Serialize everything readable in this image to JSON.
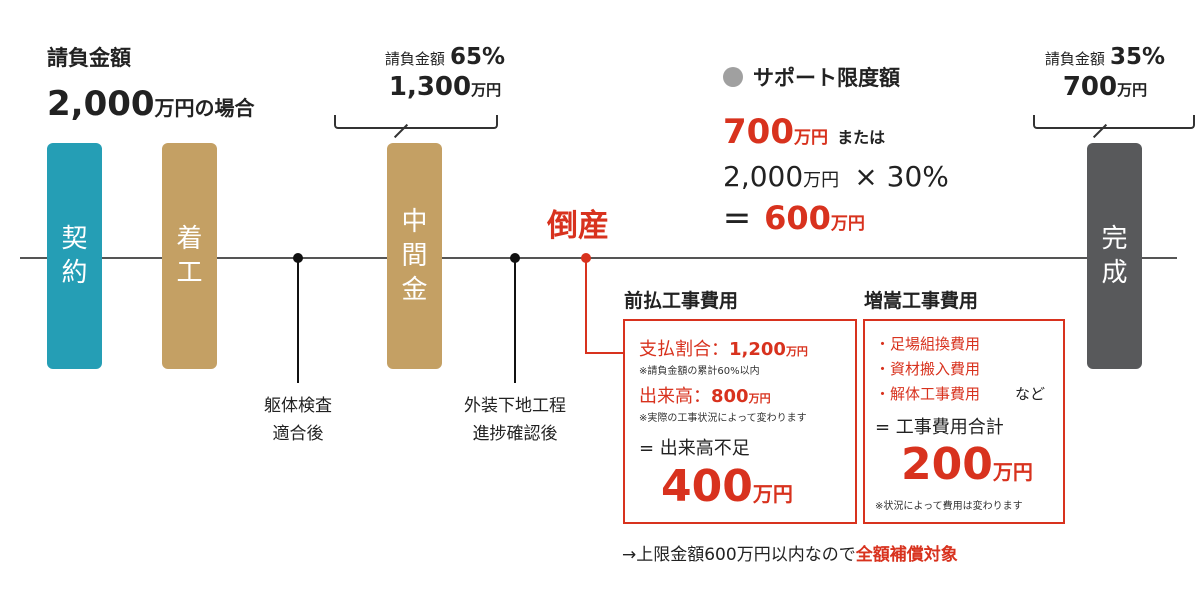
{
  "contract": {
    "title": "請負金額",
    "amount": "2,000",
    "amount_suffix": "万円の場合"
  },
  "milestones": [
    {
      "label_line1": "契",
      "label_line2": "約",
      "color": "#259eb5"
    },
    {
      "label_line1": "着",
      "label_line2": "工",
      "color": "#c4a064"
    },
    {
      "label_line1": "中",
      "label_line2": "間",
      "label_line3": "金",
      "color": "#c4a064"
    },
    {
      "label_line1": "完",
      "label_line2": "成",
      "color": "#58595b"
    }
  ],
  "midpayment": {
    "label": "請負金額",
    "percent": "65%",
    "amount": "1,300",
    "unit": "万円"
  },
  "final_payment": {
    "label": "請負金額",
    "percent": "35%",
    "amount": "700",
    "unit": "万円"
  },
  "checkpoints": [
    {
      "line1": "躯体検査",
      "line2": "適合後"
    },
    {
      "line1": "外装下地工程",
      "line2": "進捗確認後"
    }
  ],
  "bankruptcy": {
    "label": "倒産"
  },
  "support_limit": {
    "title": "サポート限度額",
    "option1_amount": "700",
    "option1_unit": "万円",
    "or_text": "または",
    "formula_base": "2,000",
    "formula_unit": "万円",
    "formula_op": "× 30%",
    "equals": "＝",
    "result_amount": "600",
    "result_unit": "万円"
  },
  "prepaid_cost": {
    "heading": "前払工事費用",
    "pay_ratio_label": "支払割合：",
    "pay_ratio_amount": "1,200",
    "pay_ratio_unit": "万円",
    "pay_ratio_note": "※請負金額の累計60%以内",
    "progress_label": "出来高：",
    "progress_amount": "800",
    "progress_unit": "万円",
    "progress_note": "※実際の工事状況によって変わります",
    "shortfall_label": "= 出来高不足",
    "shortfall_amount": "400",
    "shortfall_unit": "万円"
  },
  "extra_cost": {
    "heading": "増嵩工事費用",
    "items": [
      "・足場組換費用",
      "・資材搬入費用",
      "・解体工事費用"
    ],
    "etc": "など",
    "total_label": "= 工事費用合計",
    "total_amount": "200",
    "total_unit": "万円",
    "note": "※状況によって費用は変わります"
  },
  "conclusion": {
    "prefix": "→上限金額600万円以内なので",
    "highlight": "全額補償対象"
  },
  "colors": {
    "accent_red": "#d8321e",
    "contract_teal": "#259eb5",
    "gold": "#c4a064",
    "complete_gray": "#58595b"
  }
}
